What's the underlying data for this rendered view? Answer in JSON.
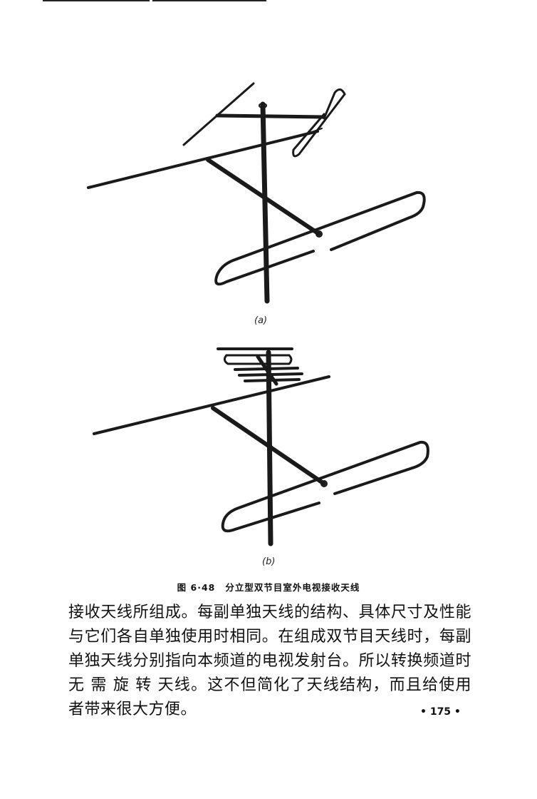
{
  "figure": {
    "sub_label_a": "(a)",
    "sub_label_b": "(b)",
    "caption_number": "图 6·48",
    "caption_title": "分立型双节目室外电视接收天线"
  },
  "body": {
    "paragraph": "接收天线所组成。每副单独天线的结构、具体尺寸及性能与它们各自单独使用时相同。在组成双节目天线时，每副单独天线分别指向本频道的电视发射台。所以转换频道时无 需 旋 转 天线。这不但简化了天线结构，而且给使用者带来很大方便。"
  },
  "page": {
    "number": "• 175 •"
  }
}
